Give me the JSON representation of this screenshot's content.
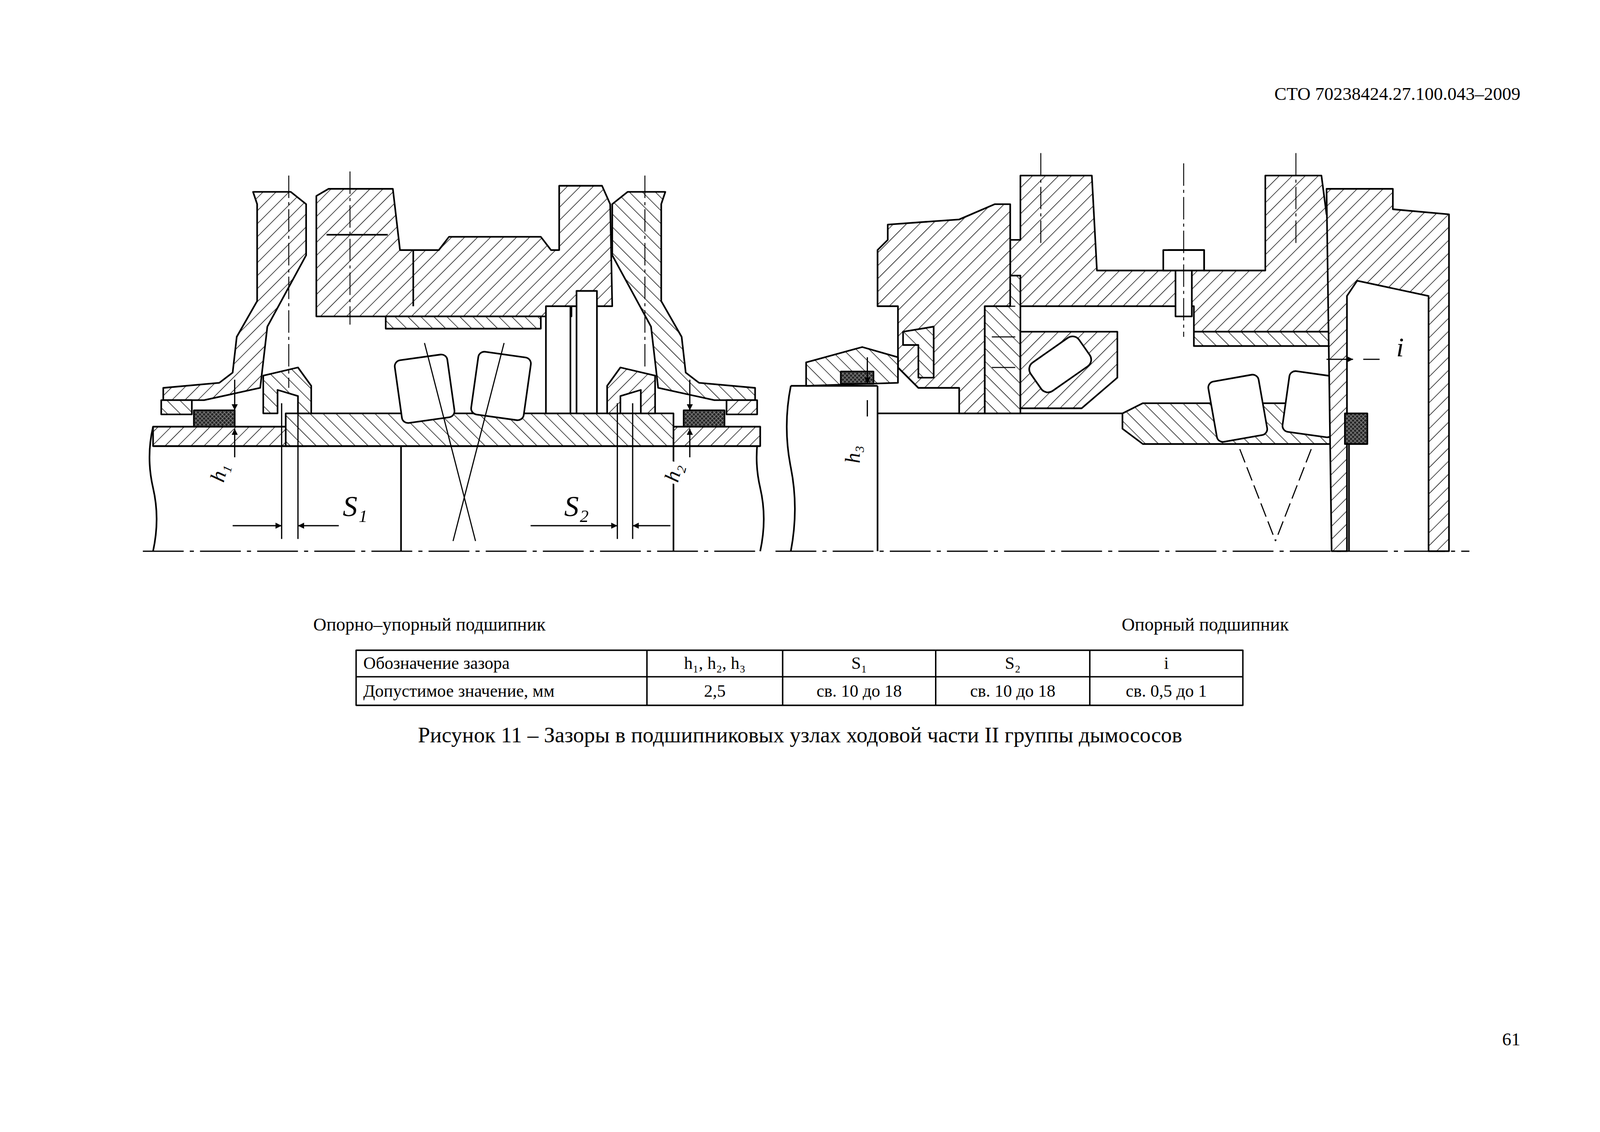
{
  "diagram": {
    "caption": "Рисунок 11 – Зазоры в подшипниковых узлах ходовой части  II группы дымососов",
    "labels": [
      "СТО 70238424.27.100.043–2009",
      "h₁",
      "S₁",
      "S₂",
      "h₂",
      "h₃",
      "i",
      "Опорно–упорный подшипник",
      "Опорный подшипник",
      "Обозначение зазора",
      "h₁, h₂, h₃",
      "S₁",
      "S₂",
      "i",
      "Допустимое значение, мм",
      "2,5",
      "св. 10 до 18",
      "св. 10 до 18",
      "св. 0,5 до 1",
      "61"
    ]
  }
}
